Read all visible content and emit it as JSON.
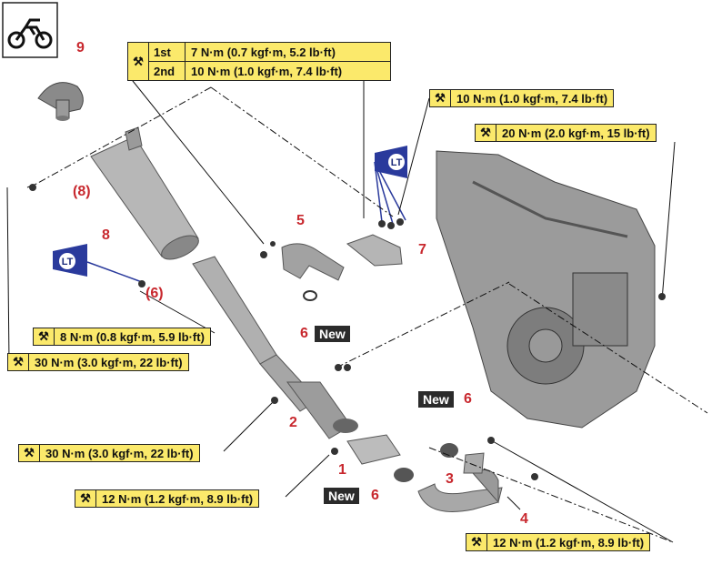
{
  "torque_table": {
    "rows": [
      {
        "stage": "1st",
        "value": "7 N·m (0.7 kgf·m, 5.2 lb·ft)"
      },
      {
        "stage": "2nd",
        "value": "10 N·m (1.0 kgf·m, 7.4 lb·ft)"
      }
    ]
  },
  "torques": {
    "t_top_right": "10 N·m (1.0 kgf·m, 7.4 lb·ft)",
    "t_frame": "20 N·m (2.0 kgf·m, 15 lb·ft)",
    "t_left_small": "8 N·m (0.8 kgf·m, 5.9 lb·ft)",
    "t_left_large": "30 N·m (3.0 kgf·m, 22 lb·ft)",
    "t_mid_left": "30 N·m (3.0 kgf·m, 22 lb·ft)",
    "t_bottom_left": "12 N·m (1.2 kgf·m, 8.9 lb·ft)",
    "t_bottom_right": "12 N·m (1.2 kgf·m, 8.9 lb·ft)"
  },
  "callouts": {
    "c1": "1",
    "c2": "2",
    "c3": "3",
    "c4": "4",
    "c5": "5",
    "c6a": "6",
    "c6b": "6",
    "c6c": "6",
    "c7": "7",
    "c8": "8",
    "c8p": "(8)",
    "c6p": "(6)",
    "c9": "9"
  },
  "badges": {
    "new1": "New",
    "new2": "New",
    "new3": "New"
  },
  "lt_label": "LT",
  "colors": {
    "torque_bg": "#fbe96b",
    "callout": "#c8282e",
    "lt_blue": "#2a3a9c",
    "new_bg": "#2b2b2b"
  },
  "icons": [
    "motorcycle-icon",
    "torque-wrench-icon",
    "locktite-icon"
  ]
}
